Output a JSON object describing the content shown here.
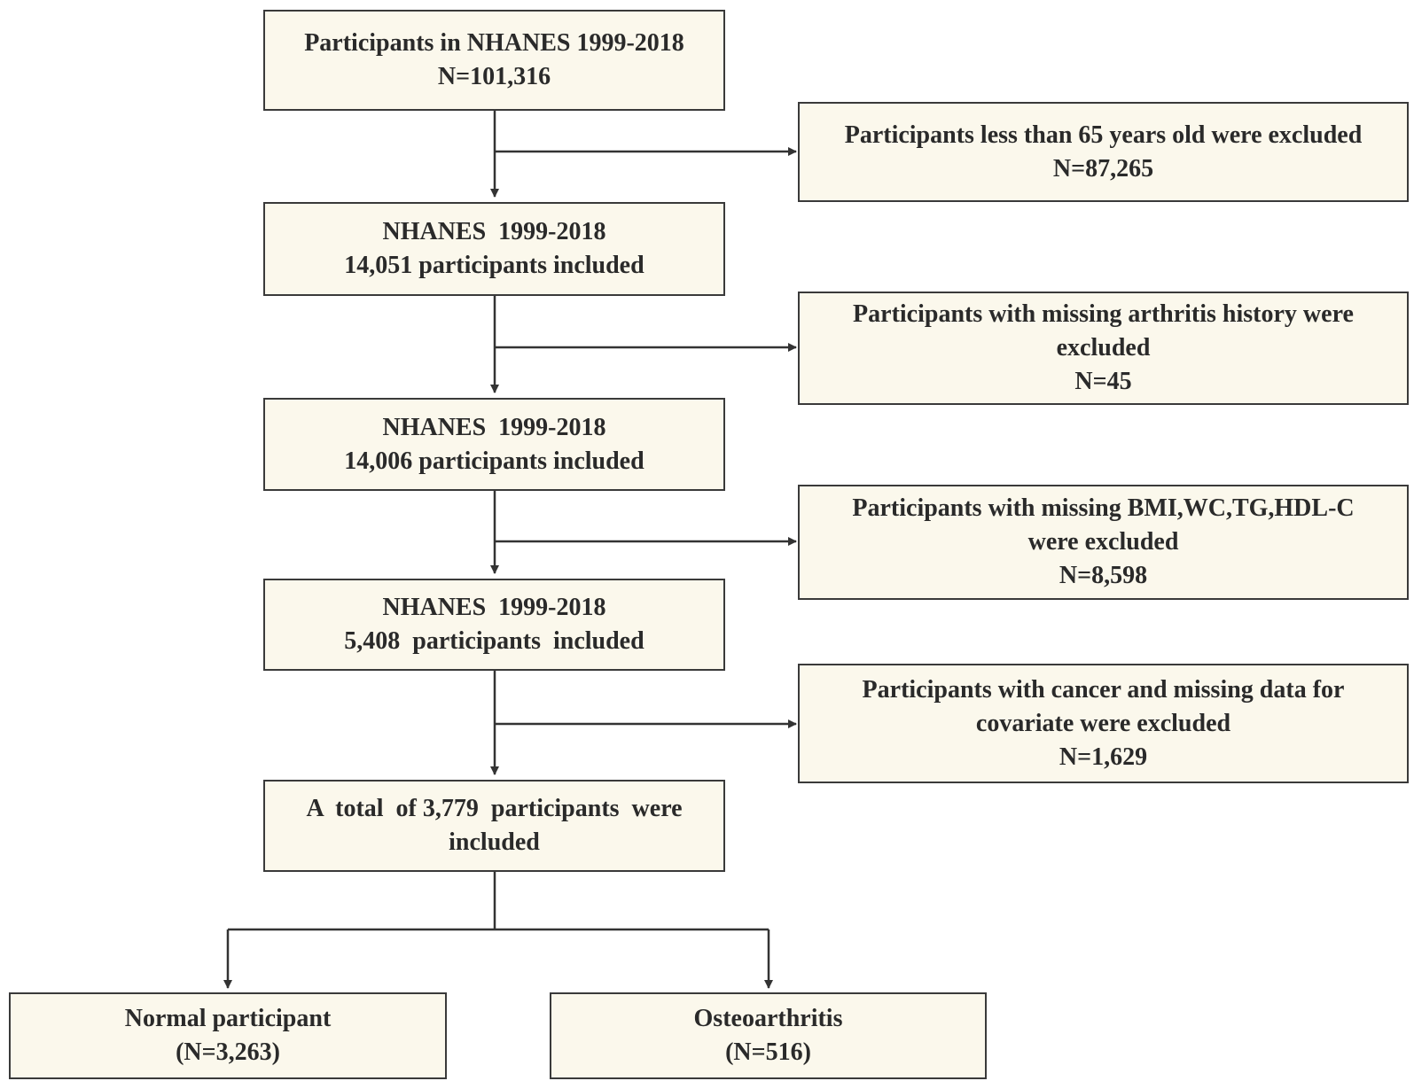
{
  "flowchart": {
    "start": {
      "line1": "Participants in NHANES 1999-2018",
      "line2": "N=101,316"
    },
    "step1": {
      "line1": "NHANES  1999-2018",
      "line2": "14,051 participants included"
    },
    "step2": {
      "line1": "NHANES  1999-2018",
      "line2": "14,006 participants included"
    },
    "step3": {
      "line1": "NHANES  1999-2018",
      "line2": "5,408  participants  included"
    },
    "step4": {
      "line1": "A  total  of 3,779  participants  were",
      "line2": "included"
    },
    "excl1": {
      "line1": "Participants less than 65 years old were excluded",
      "line2": "N=87,265"
    },
    "excl2": {
      "line1": "Participants with missing arthritis history were",
      "line2": "excluded",
      "line3": "N=45"
    },
    "excl3": {
      "line1": "Participants with missing BMI,WC,TG,HDL-C",
      "line2": "were excluded",
      "line3": "N=8,598"
    },
    "excl4": {
      "line1": "Participants with cancer and missing data for",
      "line2": "covariate were excluded",
      "line3": "N=1,629"
    },
    "normal": {
      "line1": "Normal participant",
      "line2": "(N=3,263)"
    },
    "oa": {
      "line1": "Osteoarthritis",
      "line2": "(N=516)"
    }
  },
  "colors": {
    "box_fill": "#fbf8ec",
    "border": "#3a3a3a",
    "text": "#2a2a2a"
  }
}
